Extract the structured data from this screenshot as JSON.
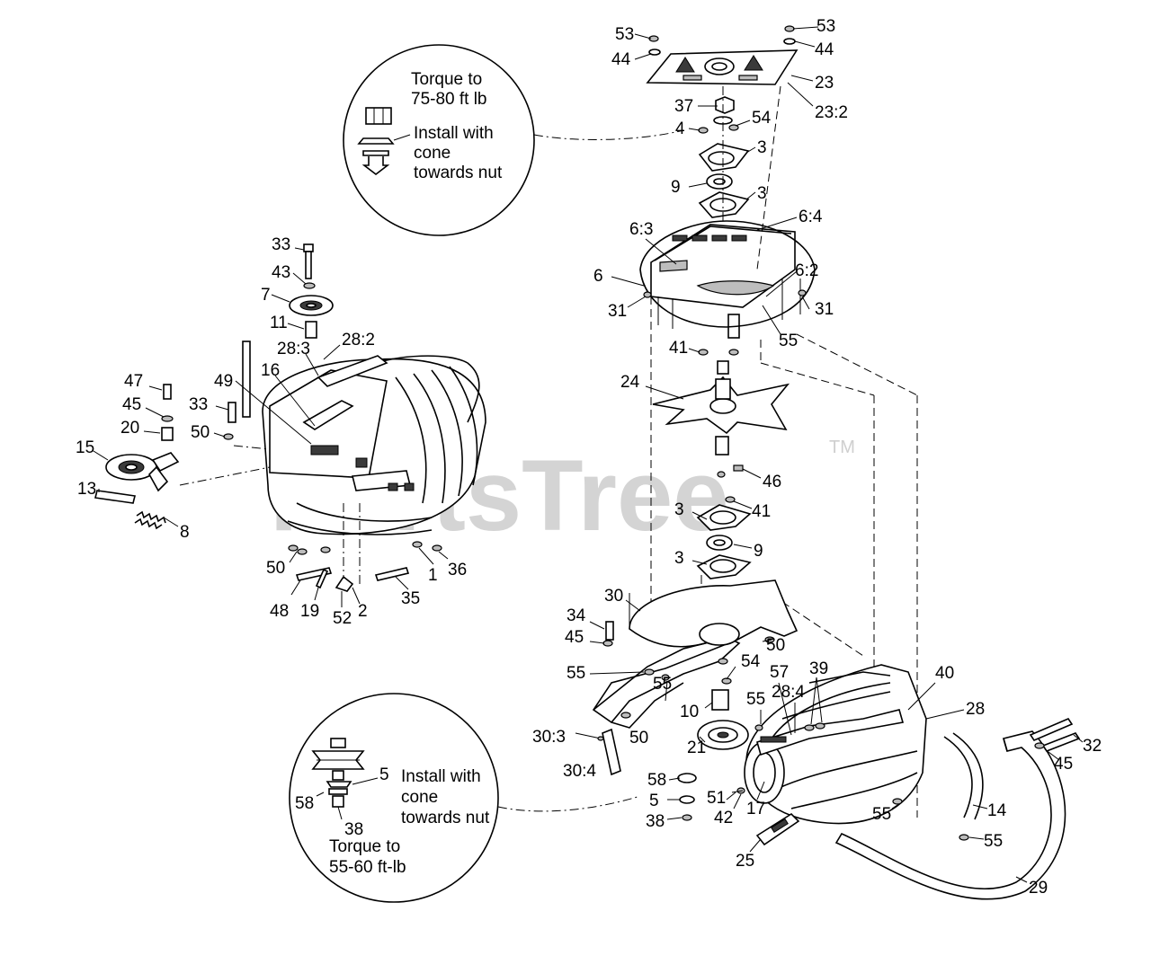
{
  "watermark": {
    "text": "PartsTree",
    "trademark": "TM"
  },
  "callouts": {
    "top": {
      "torque_line1": "Torque to",
      "torque_line2": "75-80 ft lb",
      "install_line1": "Install with",
      "install_line2": "cone",
      "install_line3": "towards nut"
    },
    "bottom": {
      "install_line1": "Install with",
      "install_line2": "cone",
      "install_line3": "towards nut",
      "torque_line1": "Torque to",
      "torque_line2": "55-60 ft-lb",
      "part_5": "5",
      "part_58": "58",
      "part_38": "38"
    }
  },
  "part_labels": [
    "53",
    "44",
    "53",
    "44",
    "23",
    "23:2",
    "37",
    "54",
    "4",
    "3",
    "9",
    "3",
    "6:4",
    "6:3",
    "6:2",
    "6",
    "31",
    "31",
    "55",
    "41",
    "24",
    "46",
    "41",
    "3",
    "9",
    "3",
    "33",
    "43",
    "7",
    "11",
    "28:2",
    "28:3",
    "49",
    "16",
    "47",
    "45",
    "20",
    "33",
    "50",
    "15",
    "13",
    "8",
    "50",
    "48",
    "19",
    "52",
    "2",
    "35",
    "1",
    "36",
    "30",
    "34",
    "45",
    "55",
    "55",
    "50",
    "54",
    "10",
    "21",
    "57",
    "28:4",
    "39",
    "55",
    "40",
    "28",
    "30:3",
    "30:4",
    "58",
    "5",
    "38",
    "51",
    "42",
    "17",
    "25",
    "55",
    "14",
    "55",
    "29",
    "32",
    "45",
    "50"
  ],
  "colors": {
    "line": "#000000",
    "watermark": "#d4d4d4",
    "background": "#ffffff"
  }
}
